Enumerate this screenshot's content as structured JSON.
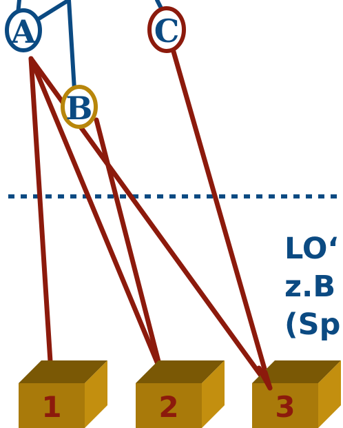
{
  "nodes": [
    {
      "id": "A",
      "label": "A"
    },
    {
      "id": "B",
      "label": "B"
    },
    {
      "id": "C",
      "label": "C"
    }
  ],
  "boxes": [
    {
      "id": "1",
      "label": "1"
    },
    {
      "id": "2",
      "label": "2"
    },
    {
      "id": "3",
      "label": "3"
    }
  ],
  "side_text": {
    "line1": "LO‘",
    "line2": "z.B",
    "line3": "(Sp"
  },
  "colors": {
    "blue": "#0b4a82",
    "red": "#8c1a0c",
    "gold": "#b8860b",
    "box_front": "#a97a0a",
    "box_top": "#7a5805",
    "box_side": "#c38f0f"
  }
}
